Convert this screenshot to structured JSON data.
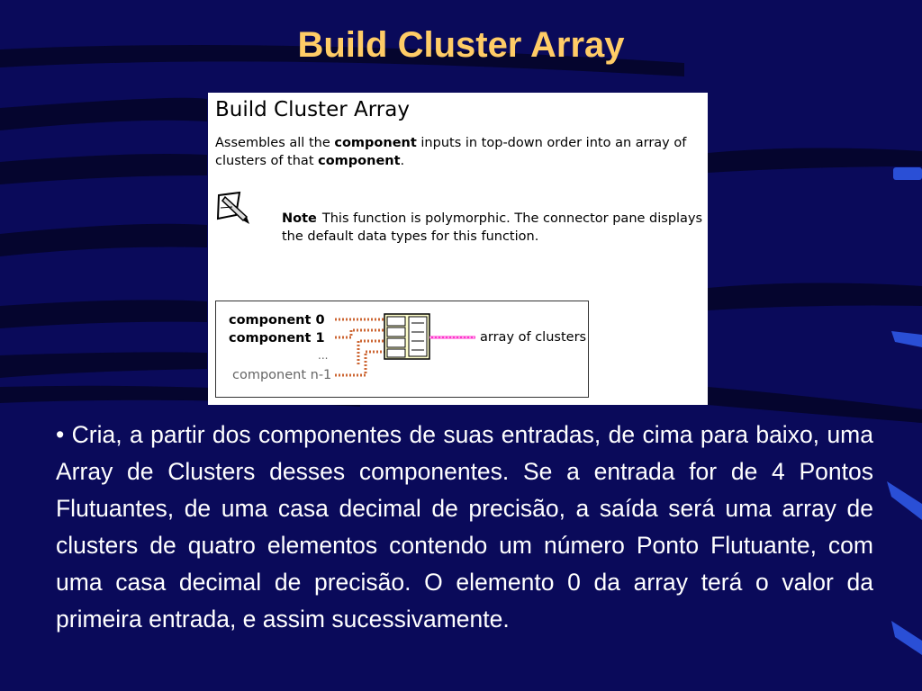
{
  "slide": {
    "title": "Build Cluster Array",
    "body": "• Cria, a partir dos componentes de suas entradas, de cima para baixo, uma Array de Clusters desses componentes. Se a entrada for de 4 Pontos Flutuantes, de uma casa decimal de precisão, a saída será uma array de clusters de quatro elementos contendo um número Ponto Flutuante, com uma casa decimal de precisão. O elemento 0 da array terá o valor da primeira entrada, e assim sucessivamente."
  },
  "help": {
    "title": "Build Cluster Array",
    "desc_part1": "Assembles all the ",
    "desc_bold1": "component",
    "desc_part2": " inputs in top-down order into an array of clusters of that ",
    "desc_bold2": "component",
    "desc_part3": ".",
    "note_label": "Note",
    "note_text": "This function is polymorphic. The connector pane displays the default data types for this function."
  },
  "connector": {
    "inputs": [
      "component 0",
      "component 1",
      "...",
      "component n-1"
    ],
    "output": "array of clusters"
  },
  "colors": {
    "background": "#0a0a5a",
    "title": "#ffcc66",
    "input_wire": "#cc6633",
    "output_wire": "#ff33cc"
  },
  "icons": [
    "note-pencil-icon",
    "build-cluster-array-node-icon"
  ]
}
